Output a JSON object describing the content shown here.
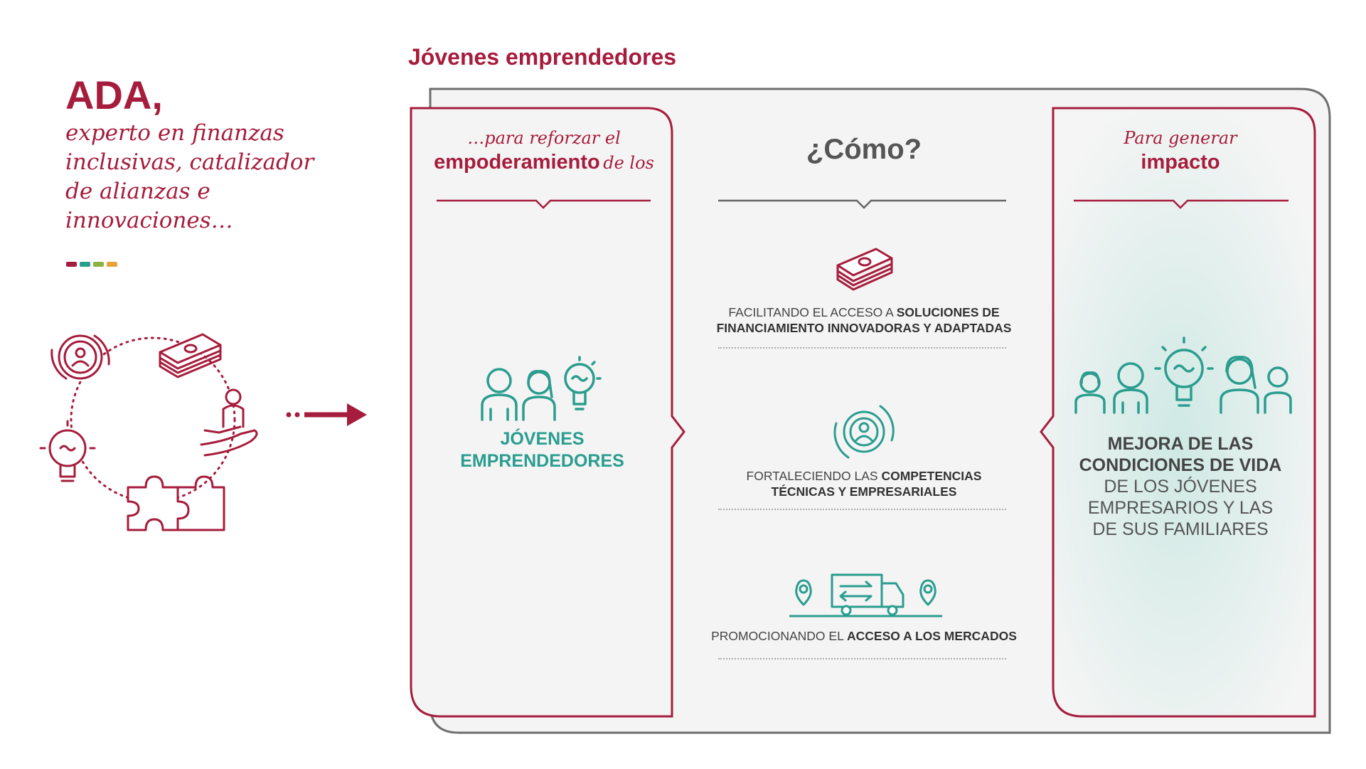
{
  "left": {
    "title": "ADA,",
    "subtitle": "experto en finanzas\ninclusivas, catalizador\nde alianzas e\ninnovaciones…",
    "dot_colors": [
      "#a61c3c",
      "#2a9d8f",
      "#8cb33f",
      "#e8a23a"
    ],
    "cycle_icons": [
      "gear-person-icon",
      "money-stack-icon",
      "hand-person-icon",
      "puzzle-icon",
      "lightbulb-icon"
    ]
  },
  "section_title": "Jóvenes emprendedores",
  "left_column": {
    "title_italic": "…para reforzar el",
    "title_bold": "empoderamiento",
    "title_tail": "de los",
    "label_line1": "JÓVENES",
    "label_line2": "EMPRENDEDORES"
  },
  "middle_column": {
    "title": "¿Cómo?",
    "items": [
      {
        "icon": "money-stack-icon",
        "pre": "FACILITANDO EL ACCESO A ",
        "bold1": "SOLUCIONES DE",
        "bold2": "FINANCIAMIENTO INNOVADORAS Y ADAPTADAS"
      },
      {
        "icon": "gear-person-icon",
        "pre": "FORTALECIENDO LAS ",
        "bold1": "COMPETENCIAS",
        "bold2": "TÉCNICAS Y EMPRESARIALES"
      },
      {
        "icon": "delivery-truck-icon",
        "pre": "PROMOCIONANDO EL ",
        "bold1": "ACCESO A LOS MERCADOS",
        "bold2": ""
      }
    ]
  },
  "right_column": {
    "title_italic": "Para generar",
    "title_bold": "impacto",
    "impact_bold1": "MEJORA DE LAS",
    "impact_bold2": "CONDICIONES DE VIDA",
    "impact_line3": "DE LOS JÓVENES",
    "impact_line4": "EMPRESARIOS Y LAS",
    "impact_line5": "DE SUS FAMILIARES"
  },
  "colors": {
    "primary": "#a61c3c",
    "teal": "#2a9d8f",
    "gray_text": "#555555",
    "panel_bg": "#f3f3f3"
  }
}
